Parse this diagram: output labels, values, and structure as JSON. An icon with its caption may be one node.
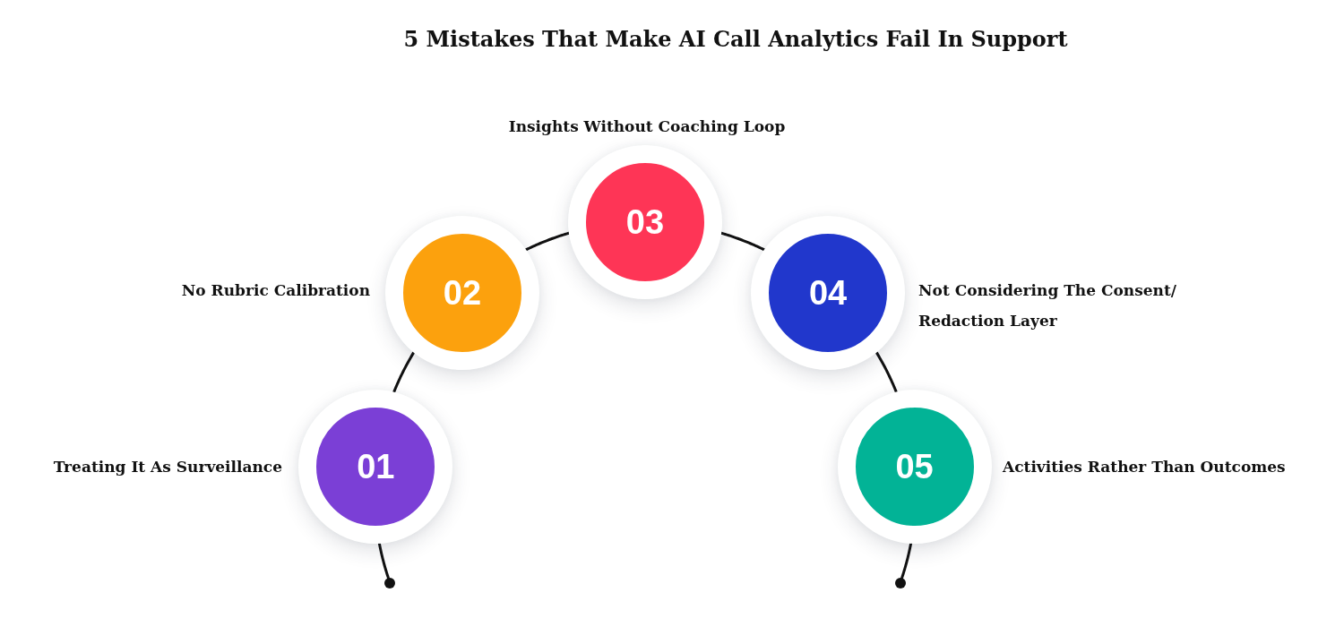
{
  "diagram": {
    "title": "5 Mistakes That Make AI Call Analytics Fail In Support",
    "nodes": [
      {
        "text": [
          "01"
        ],
        "beside": [
          "Treating It As Surveillance"
        ]
      },
      {
        "text": [
          "02"
        ],
        "beside": [
          "No Rubric Calibration"
        ]
      },
      {
        "text": [
          "03"
        ],
        "beside": [
          "Insights Without Coaching Loop"
        ]
      },
      {
        "text": [
          "04"
        ],
        "beside": [
          "Not Considering The Consent/ Redaction Layer"
        ]
      },
      {
        "text": [
          "05"
        ],
        "beside": [
          "Activities Rather Than Outcomes"
        ]
      },
      {
        "text": [],
        "shape": "circle"
      },
      {
        "text": [],
        "shape": "circle"
      }
    ],
    "edges": [
      {
        "from": 5,
        "to": 0,
        "arrow": "none"
      },
      {
        "from": 0,
        "to": 1,
        "arrow": "none"
      },
      {
        "from": 1,
        "to": 2,
        "arrow": "none"
      },
      {
        "from": 2,
        "to": 3,
        "arrow": "none"
      },
      {
        "from": 3,
        "to": 4,
        "arrow": "none"
      },
      {
        "from": 4,
        "to": 6,
        "arrow": "none"
      }
    ]
  }
}
